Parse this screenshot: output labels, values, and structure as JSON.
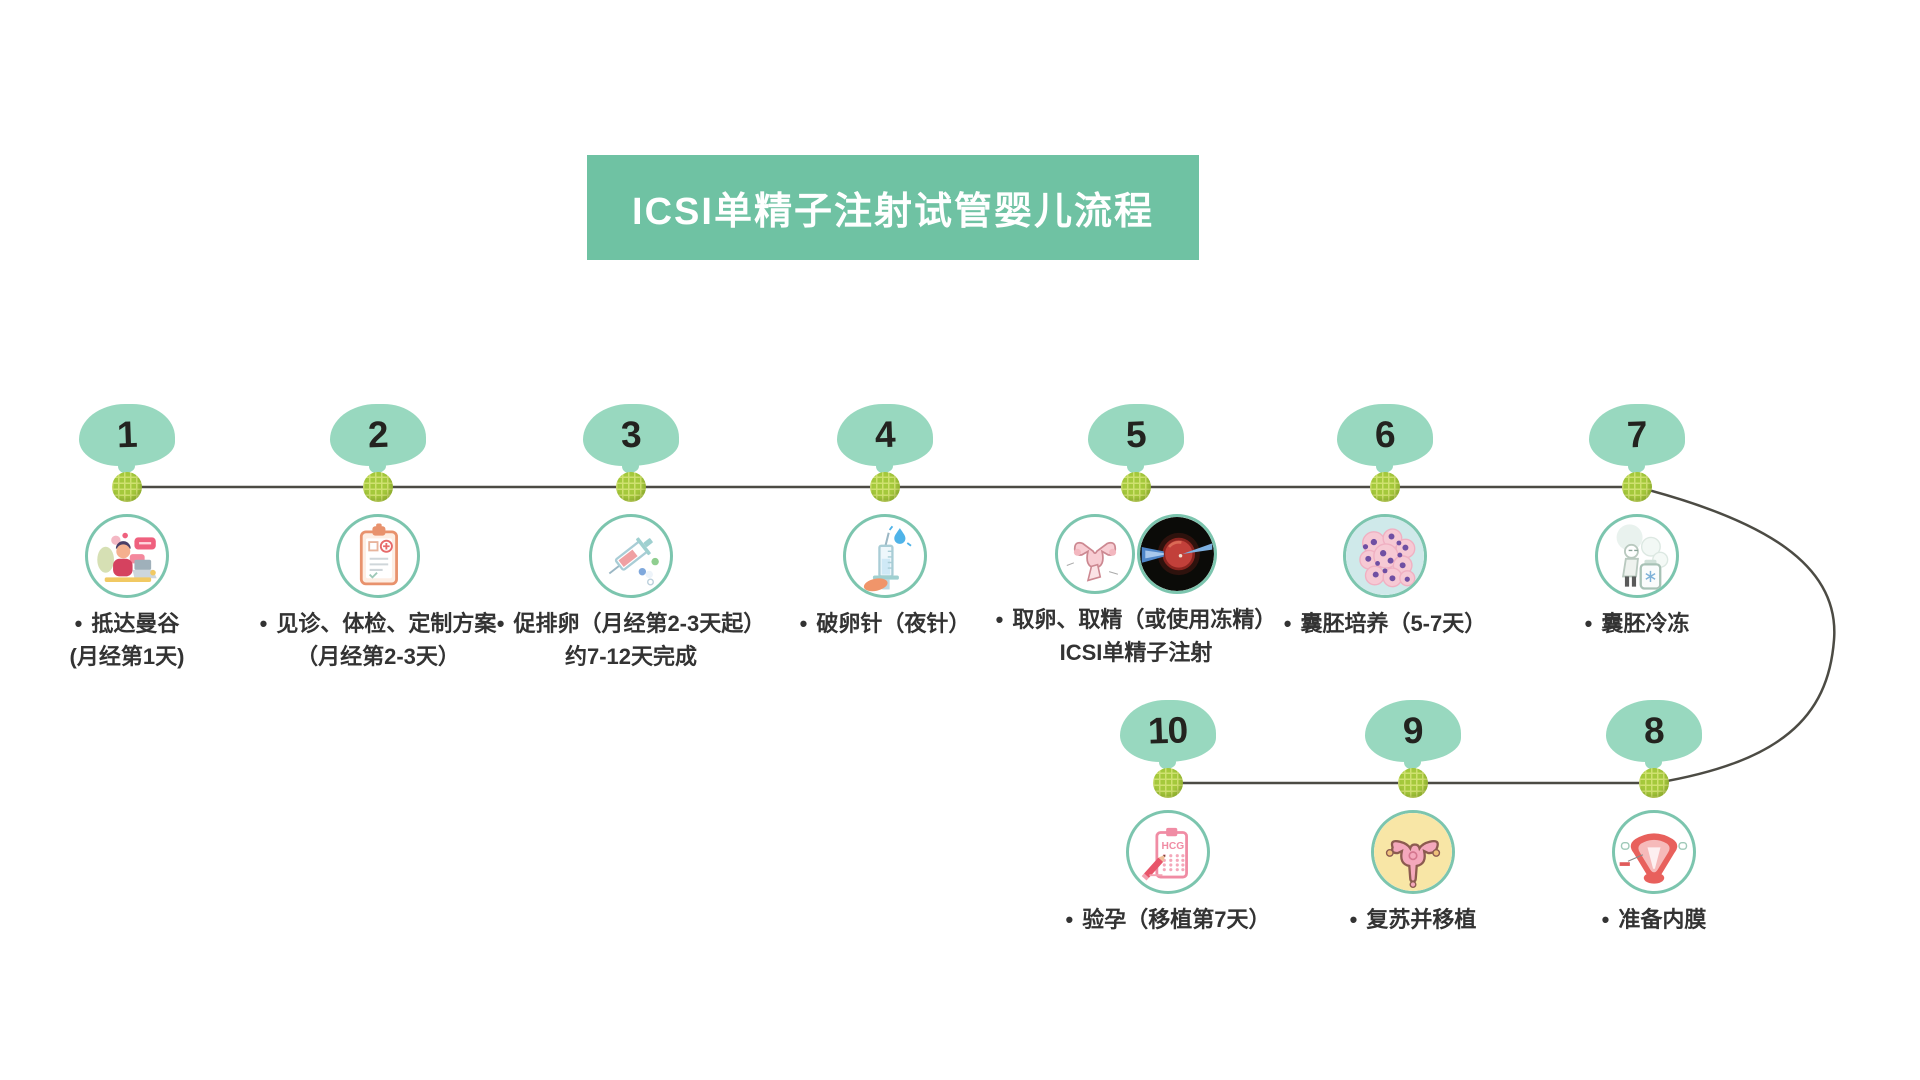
{
  "title": {
    "text": "ICSI单精子注射试管婴儿流程"
  },
  "colors": {
    "title_bg": "#6fc2a3",
    "title_text": "#ffffff",
    "bubble": "#98d8bf",
    "node": "#a5c93c",
    "node_grid": "#cfe170",
    "connector": "#4c4b44",
    "ring": "#7cc5ae",
    "label": "#333333"
  },
  "steps": [
    {
      "number": "1",
      "bullet": "•",
      "line1": "抵达曼谷",
      "line2": "(月经第1天)",
      "icon": "arrival-bangkok"
    },
    {
      "number": "2",
      "bullet": "•",
      "line1": "见诊、体检、定制方案",
      "line2": "（月经第2-3天）",
      "icon": "consult-checkup"
    },
    {
      "number": "3",
      "bullet": "•",
      "line1": "促排卵（月经第2-3天起）",
      "line2": "约7-12天完成",
      "icon": "stimulation-injection"
    },
    {
      "number": "4",
      "bullet": "•",
      "line1": "破卵针（夜针）",
      "line2": "",
      "icon": "trigger-shot"
    },
    {
      "number": "5",
      "bullet": "•",
      "line1": "取卵、取精（或使用冻精）",
      "line2": "ICSI单精子注射",
      "icon": "egg-sperm-retrieval + icsi-injection"
    },
    {
      "number": "6",
      "bullet": "•",
      "line1": "囊胚培养（5-7天）",
      "line2": "",
      "icon": "blastocyst-culture"
    },
    {
      "number": "7",
      "bullet": "•",
      "line1": "囊胚冷冻",
      "line2": "",
      "icon": "embryo-freezing"
    },
    {
      "number": "8",
      "bullet": "•",
      "line1": "准备内膜",
      "line2": "",
      "icon": "endometrium-prep"
    },
    {
      "number": "9",
      "bullet": "•",
      "line1": "复苏并移植",
      "line2": "",
      "icon": "thaw-transfer"
    },
    {
      "number": "10",
      "bullet": "•",
      "line1": "验孕（移植第7天）",
      "line2": "",
      "icon": "pregnancy-test"
    }
  ]
}
